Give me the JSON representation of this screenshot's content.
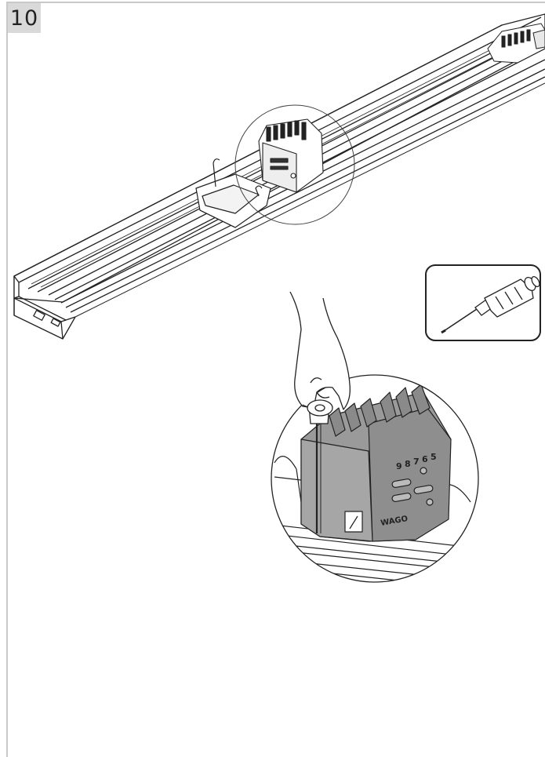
{
  "step": {
    "number": "10"
  },
  "connector_marks": [
    "5",
    "6",
    "7",
    "8",
    "9"
  ],
  "brand_mark": "WAGO",
  "icons": {
    "tool": "screwdriver-icon",
    "main": "light-rail-assembly",
    "detail": "connector-release-detail"
  }
}
